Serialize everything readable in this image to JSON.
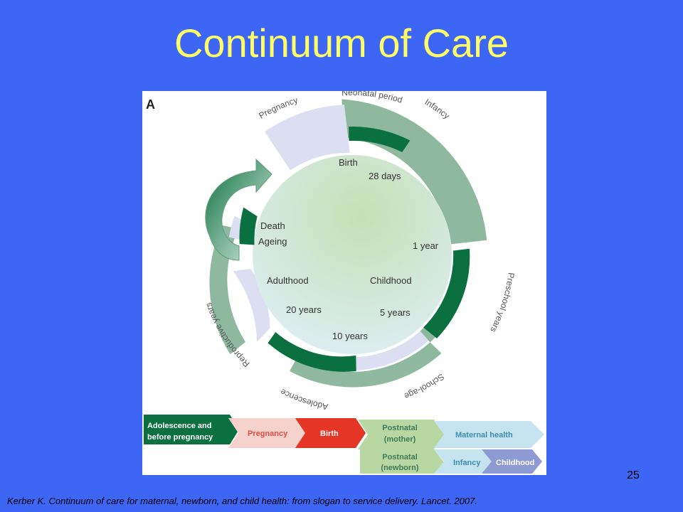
{
  "slide": {
    "title": "Continuum of Care",
    "page_number": "25",
    "citation": "Kerber K. Continuum of care for maternal, newborn, and child health: from slogan to service delivery. Lancet. 2007."
  },
  "figure": {
    "panel_label": "A",
    "center_labels": {
      "birth": "Birth",
      "days28": "28 days",
      "year1": "1 year",
      "childhood": "Childhood",
      "years5": "5 years",
      "years10": "10 years",
      "years20": "20 years",
      "adulthood": "Adulthood",
      "death": "Death",
      "ageing": "Ageing"
    },
    "outer_labels": {
      "pregnancy": "Pregnancy",
      "neonatal": "Neonatal period",
      "infancy": "Infancy",
      "preschool": "Preschool years",
      "school_age": "School-age",
      "adolescence": "Adolescence",
      "reproductive": "Reproductive years"
    },
    "pathway": {
      "adolescence_line1": "Adolescence and",
      "adolescence_line2": "before pregnancy",
      "pregnancy": "Pregnancy",
      "birth": "Birth",
      "postnatal_mother_line1": "Postnatal",
      "postnatal_mother_line2": "(mother)",
      "maternal_health": "Maternal health",
      "postnatal_newborn_line1": "Postnatal",
      "postnatal_newborn_line2": "(newborn)",
      "infancy": "Infancy",
      "childhood": "Childhood"
    }
  },
  "colors": {
    "background": "#3D66F5",
    "title": "#FFFF66",
    "dark_green": "#0B7040",
    "light_green": "#8FB99E",
    "pale_lavender": "#DCDFF1",
    "red_birth": "#E53524",
    "pink_pregnancy": "#F6D2CD",
    "light_blue": "#C5E4EF"
  }
}
